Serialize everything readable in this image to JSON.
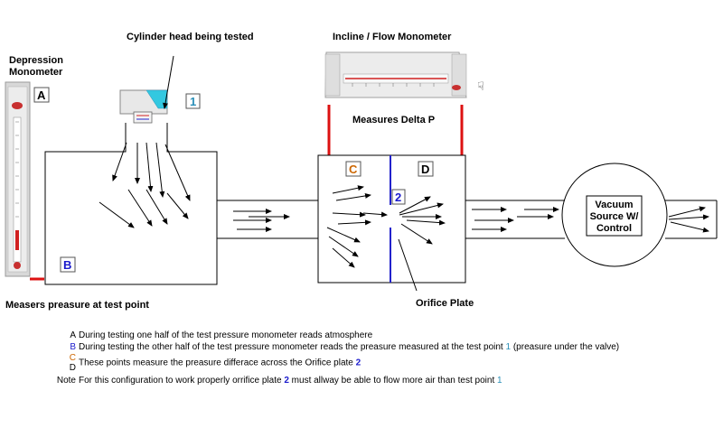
{
  "labels": {
    "cylinder_head": "Cylinder head being tested",
    "incline_monometer": "Incline / Flow Monometer",
    "depression_line1": "Depression",
    "depression_line2": "Monometer",
    "measures_delta": "Measures Delta P",
    "measures_test_point": "Measers preasure at test point",
    "orifice_plate": "Orifice Plate",
    "vacuum_line1": "Vacuum",
    "vacuum_line2": "Source W/",
    "vacuum_line3": "Control"
  },
  "markers": {
    "a": "A",
    "b": "B",
    "c": "C",
    "d": "D",
    "one": "1",
    "two": "2"
  },
  "notes": {
    "a_key": "A",
    "a_text": "During testing one half of the test pressure monometer reads atmosphere",
    "b_key": "B",
    "b_text_1": "During testing the other half of the test pressure monometer reads the preasure measured at the test point",
    "b_num": "1",
    "b_text_2": "(preasure under the valve)",
    "c_key": "C",
    "d_key": "D",
    "cd_text_1": "These points measure the preasure differace across the Orifice plate",
    "cd_num": "2",
    "note_key": "Note",
    "note_text_1": "For this configuration to work properly orrifice plate",
    "note_num_2": "2",
    "note_text_2": "must allway be able to flow more air than test point",
    "note_num_1": "1"
  },
  "colors": {
    "tube_red": "#dd1111",
    "orifice_blue": "#2222cc",
    "marker_blue": "#1a1acc",
    "marker_orange": "#cc6600",
    "marker_one": "#2a8fb8",
    "head_cyan": "#33c8e0"
  }
}
